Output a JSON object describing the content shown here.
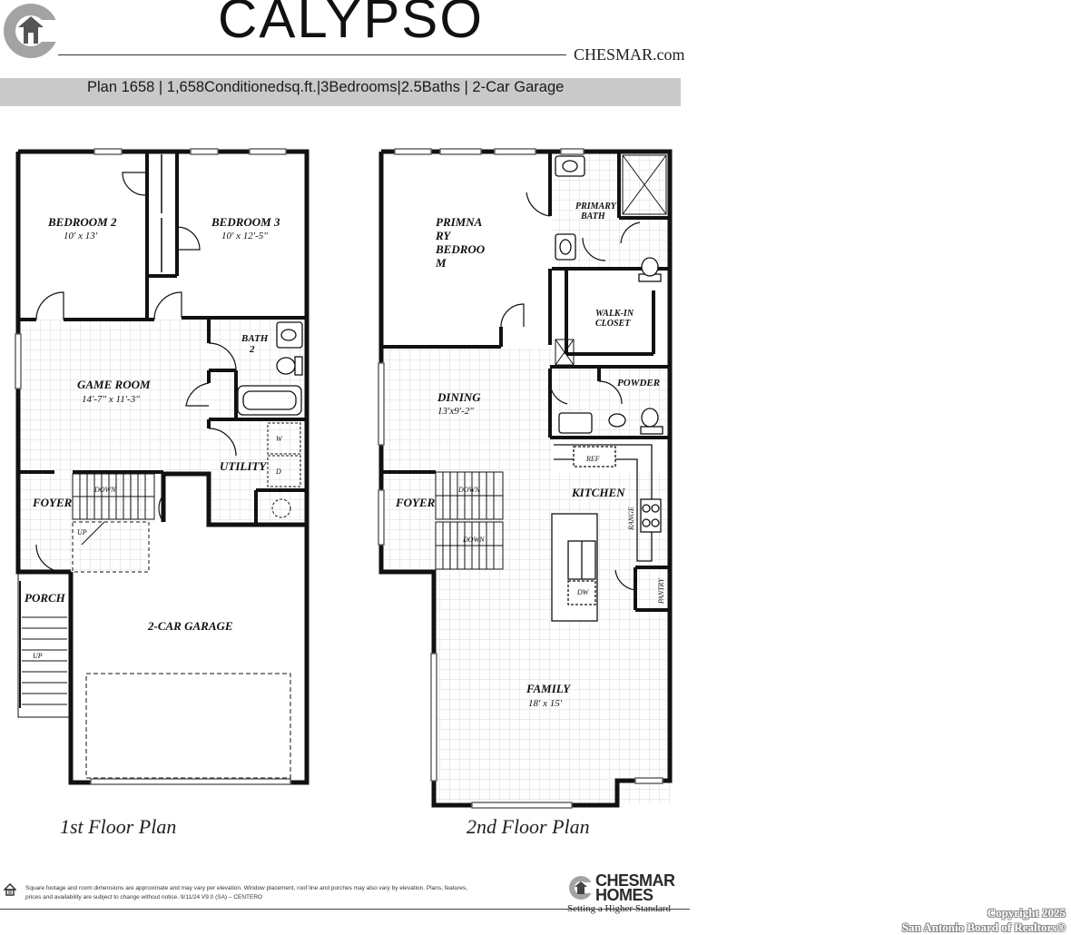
{
  "header": {
    "title": "CALYPSO",
    "website": "CHESMAR.com",
    "specs": "Plan 1658 | 1,658Conditionedsq.ft.|3Bedrooms|2.5Baths | 2-Car Garage"
  },
  "floor1": {
    "caption": "1st Floor Plan",
    "rooms": {
      "bedroom2": "BEDROOM 2",
      "bedroom2_dim": "10' x 13'",
      "bedroom3": "BEDROOM 3",
      "bedroom3_dim": "10' x 12'-5\"",
      "bath2_line1": "BATH",
      "bath2_line2": "2",
      "game_room": "GAME ROOM",
      "game_room_dim": "14'-7\" x 11'-3\"",
      "utility": "UTILITY",
      "washer": "W",
      "dryer": "D",
      "foyer": "FOYER",
      "down": "DOWN",
      "up": "UP",
      "porch": "PORCH",
      "porch_up": "UP",
      "garage": "2-CAR GARAGE"
    }
  },
  "floor2": {
    "caption": "2nd Floor Plan",
    "rooms": {
      "primary_bed_line1": "PRIMNA",
      "primary_bed_line2": "RY",
      "primary_bed_line3": "BEDROO",
      "primary_bed_line4": "M",
      "primary_bath_line1": "PRIMARY",
      "primary_bath_line2": "BATH",
      "walkin_line1": "WALK-IN",
      "walkin_line2": "CLOSET",
      "powder": "POWDER",
      "dining": "DINING",
      "dining_dim": "13'x9'-2\"",
      "ref": "REF",
      "kitchen": "KITCHEN",
      "range": "RANGE",
      "dw": "DW",
      "pantry": "PANTRY",
      "foyer": "FOYER",
      "down_upper": "DOWN",
      "down_lower": "DOWN",
      "family": "FAMILY",
      "family_dim": "18' x 15'"
    }
  },
  "footer": {
    "disclaimer_line1": "Square footage and room dimensions are approximate and may vary per elevation. Window placement, roof line and porches may also vary by elevation. Plans, features,",
    "disclaimer_line2": "prices and availability are subject to change without notice.  9/11/24  V9.0 (SA) – CENTERO",
    "brand_line1": "CHESMAR",
    "brand_line2": "HOMES",
    "tagline": "Setting a Higher Standard"
  },
  "watermark": {
    "line1": "Copyright 2025",
    "line2": "San Antonio Board of Realtors®"
  },
  "colors": {
    "wall": "#111111",
    "grid": "#dcdcdc",
    "spec_bar": "#c9c9c9",
    "logo_grey": "#9a9a9a"
  }
}
